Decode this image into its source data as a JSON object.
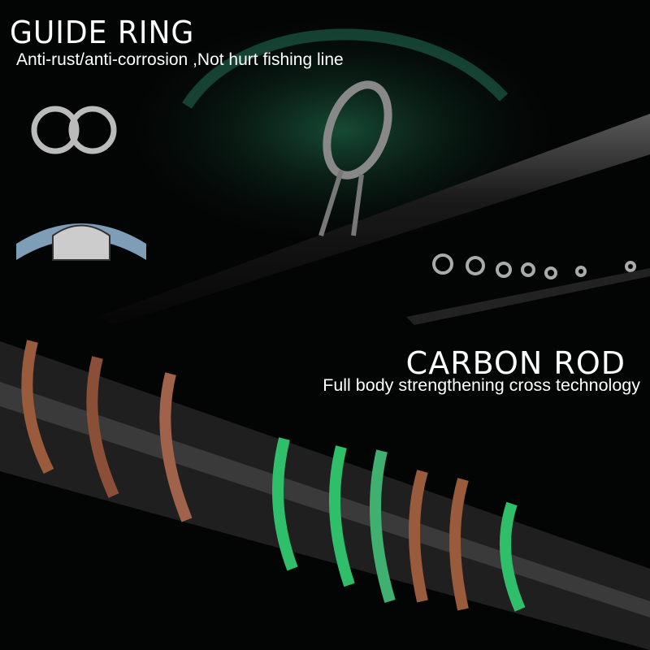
{
  "guide_ring": {
    "title": "GUIDE RING",
    "subtitle": "Anti-rust/anti-corrosion ,Not hurt fishing line"
  },
  "carbon_rod": {
    "title": "CARBON ROD",
    "subtitle": "Full body strengthening cross technology"
  },
  "colors": {
    "background": "#030404",
    "accent_green": "#2fbf6a",
    "copper": "#9a5a3c",
    "text": "#ffffff"
  }
}
